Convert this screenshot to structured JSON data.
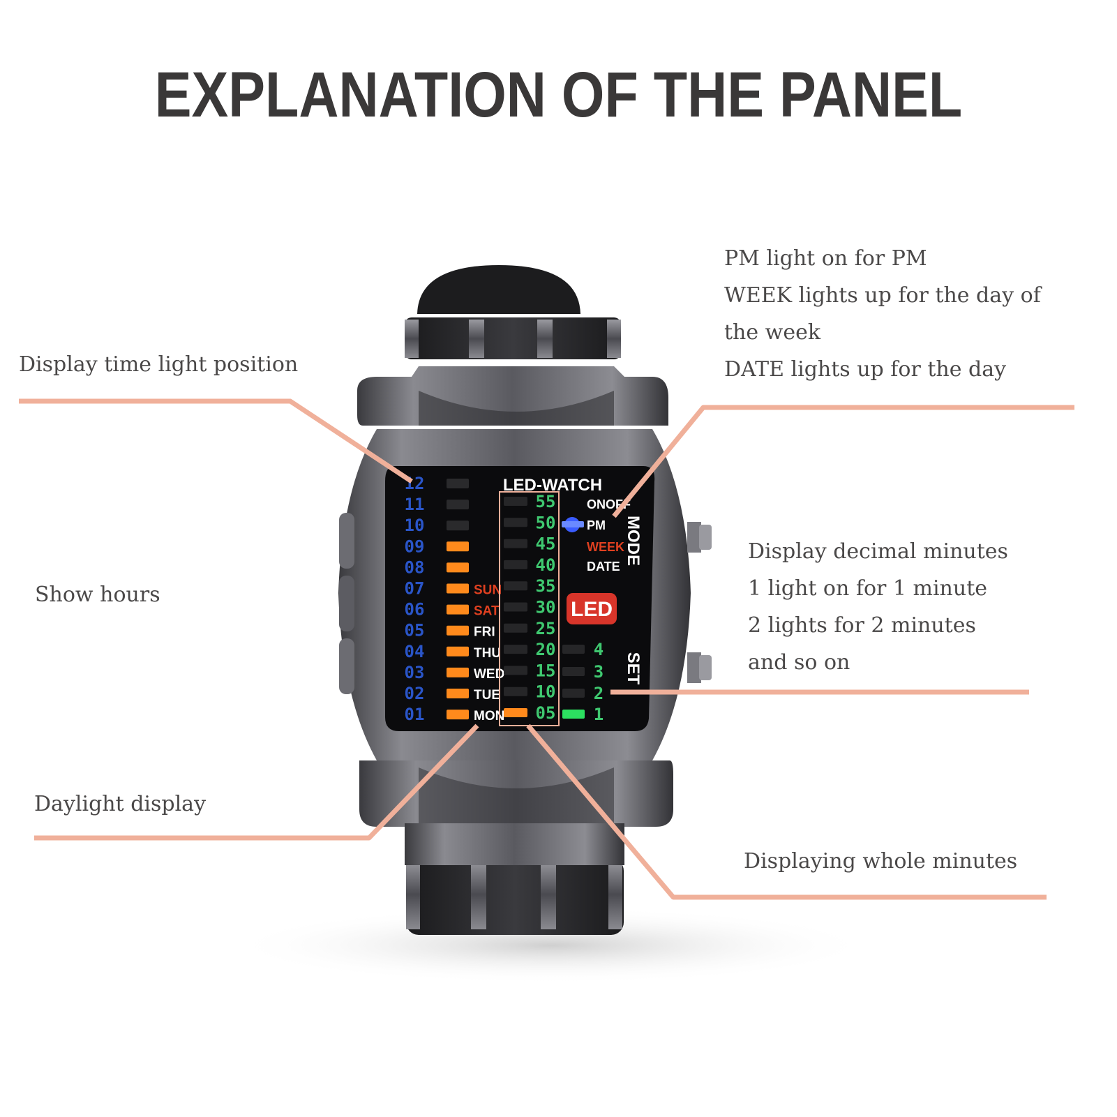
{
  "title": "EXPLANATION OF THE PANEL",
  "colors": {
    "callout_line": "#f0b09a",
    "title": "#3a3838",
    "label": "#4a4848",
    "led_orange": "#ff8a1c",
    "led_blue": "#3a5cff",
    "led_green": "#2ce060",
    "hour_digits": "#2a55c8",
    "minute_digits": "#3fc870",
    "led_badge": "#d8352a"
  },
  "callouts": {
    "time_position": {
      "lines": [
        "Display time light position"
      ]
    },
    "hours": {
      "lines": [
        "Show hours"
      ]
    },
    "daylight": {
      "lines": [
        "Daylight display"
      ]
    },
    "mode": {
      "lines": [
        "PM light on for PM",
        "WEEK lights up for the day of",
        "the week",
        "DATE lights up for the day"
      ]
    },
    "decimal_minutes": {
      "lines": [
        "Display decimal minutes",
        "1 light on for 1 minute",
        "2 lights for 2 minutes",
        "and so on"
      ]
    },
    "whole_minutes": {
      "lines": [
        "Displaying whole minutes"
      ]
    }
  },
  "watch": {
    "brand": "LED-WATCH",
    "badge": "LED",
    "hours": [
      "12",
      "11",
      "10",
      "09",
      "08",
      "07",
      "06",
      "05",
      "04",
      "03",
      "02",
      "01"
    ],
    "hour_lit": [
      false,
      false,
      false,
      true,
      true,
      true,
      true,
      true,
      true,
      true,
      true,
      true
    ],
    "days": [
      "SUN",
      "SAT",
      "FRI",
      "THU",
      "WED",
      "TUE",
      "MON"
    ],
    "minutes": [
      "55",
      "50",
      "45",
      "40",
      "35",
      "30",
      "25",
      "20",
      "15",
      "10",
      "05"
    ],
    "minute_lit_index": 10,
    "mode_labels": [
      "ONOFF",
      "PM",
      "WEEK",
      "DATE"
    ],
    "mode_button": "MODE",
    "set_button": "SET",
    "single_minutes": [
      "4",
      "3",
      "2",
      "1"
    ],
    "single_lit": [
      false,
      false,
      false,
      true
    ]
  }
}
